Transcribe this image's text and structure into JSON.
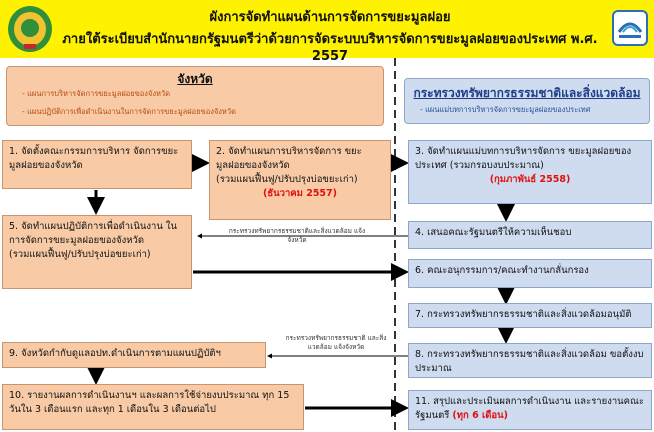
{
  "header": {
    "title_line1": "ผังการจัดทำแผนด้านการจัดการขยะมูลฝอย",
    "title_line2": "ภายใต้ระเบียบสำนักนายกรัฐมนตรีว่าด้วยการจัดระบบบริหารจัดการขยะมูลฝอยของประเทศ พ.ศ. 2557"
  },
  "province_panel": {
    "title": "จังหวัด",
    "items": [
      "- แผนการบริหารจัดการขยะมูลฝอยของจังหวัด",
      "- แผนปฏิบัติการเพื่อดำเนินงานในการจัดการขยะมูลฝอยของจังหวัด"
    ]
  },
  "ministry_panel": {
    "title": "กระทรวงทรัพยากรธรรมชาติและสิ่งแวดล้อม",
    "subtitle": "- แผนแม่บทการบริหารจัดการขยะมูลฝอยของประเทศ"
  },
  "steps": {
    "s1": "1. จัดตั้งคณะกรรมการบริหาร จัดการขยะมูลฝอยของจังหวัด",
    "s2_a": "2. จัดทำแผนการบริหารจัดการ ขยะมูลฝอยของจังหวัด",
    "s2_b": "(รวมแผนฟื้นฟู/ปรับปรุงบ่อขยะเก่า)",
    "s2_c": "(ธันวาคม 2557)",
    "s3_a": "3. จัดทำแผนแม่บทการบริหารจัดการ ขยะมูลฝอยของประเทศ (รวมกรอบงบประมาณ)",
    "s3_b": "(กุมภาพันธ์ 2558)",
    "s4": "4. เสนอคณะรัฐมนตรีให้ความเห็นชอบ",
    "s5_a": "5. จัดทำแผนปฏิบัติการเพื่อดำเนินงาน ในการจัดการขยะมูลฝอยของจังหวัด",
    "s5_b": "(รวมแผนฟื้นฟู/ปรับปรุงบ่อขยะเก่า)",
    "s6": "6. คณะอนุกรรมการ/คณะทำงานกลั่นกรอง",
    "s7": "7. กระทรวงทรัพยากรธรรมชาติและสิ่งแวดล้อมอนุมัติ",
    "s8": "8. กระทรวงทรัพยากรธรรมชาติและสิ่งแวดล้อม ขอตั้งงบประมาณ",
    "s9": "9. จังหวัดกำกับดูแลอปท.ดำเนินการตามแผนปฏิบัติฯ",
    "s10": "10. รายงานผลการดำเนินงานฯ และผลการใช้จ่ายงบประมาณ ทุก 15 วันใน 3 เดือนแรก และทุก 1 เดือนใน 3 เดือนต่อไป",
    "s11_a": "11. สรุปและประเมินผลการดำเนินงาน และรายงานคณะรัฐมนตรี",
    "s11_b": "(ทุก 6 เดือน)"
  },
  "notes": {
    "n1": "กระทรวงทรัพยากรธรรมชาติและสิ่งแวดล้อม แจ้งจังหวัด",
    "n2": "กระทรวงทรัพยากรธรรมชาติ และสิ่งแวดล้อม แจ้งจังหวัด"
  },
  "colors": {
    "header_bg": "#fff200",
    "province_box": "#f8cba6",
    "ministry_box": "#cfdcef",
    "highlight_red": "#e01010"
  }
}
